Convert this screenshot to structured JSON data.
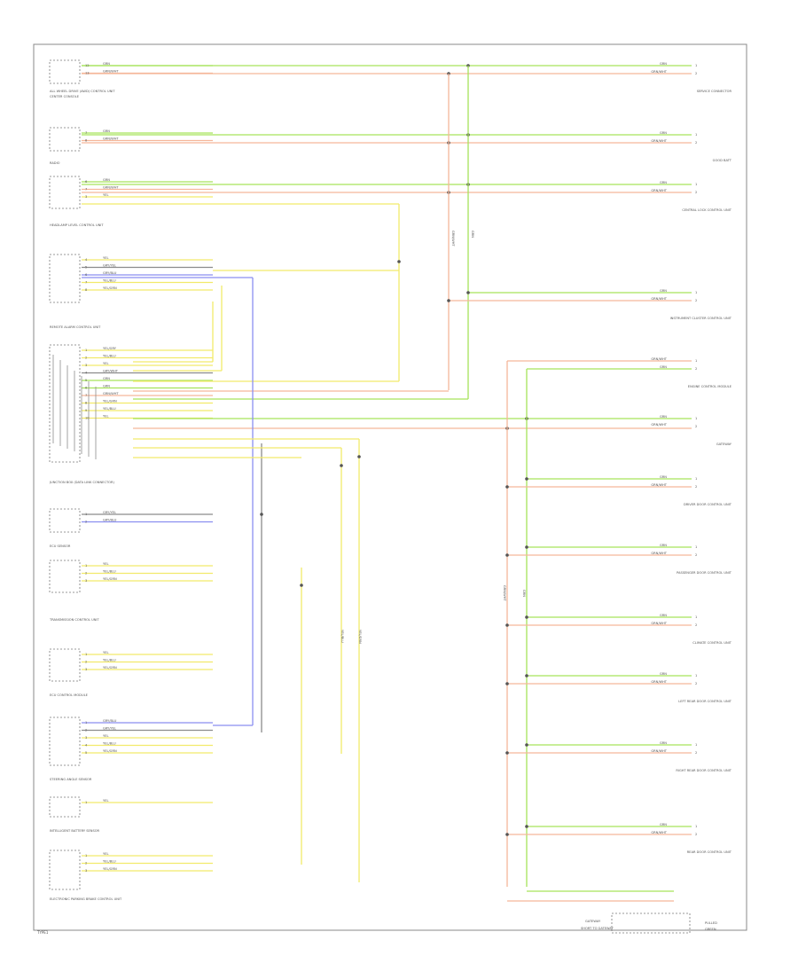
{
  "page_label": "TYPE1",
  "colors": {
    "green": "#a6e35a",
    "orange": "#f5b79a",
    "yellow": "#f2ea6a",
    "blue": "#8a8ef0",
    "gray": "#8c8c8c",
    "frame": "#888888"
  },
  "left_components": [
    {
      "id": "c1",
      "label": "ALL WHEEL DRIVE (AWD) CONTROL UNIT",
      "sub": "CENTER CONSOLE",
      "pins": [
        "12",
        "13"
      ],
      "wires": [
        "GRN",
        "GRN/WHT"
      ]
    },
    {
      "id": "c2",
      "label": "RADIO",
      "pins": [
        "7",
        "8"
      ],
      "wires": [
        "GRN",
        "GRN/WHT"
      ]
    },
    {
      "id": "c3",
      "label": "HEADLAMP LEVEL CONTROL UNIT",
      "pins": [
        "6",
        "7",
        "3"
      ],
      "wires": [
        "GRN",
        "GRN/WHT",
        "YEL"
      ]
    },
    {
      "id": "c4",
      "label": "REMOTE ALARM CONTROL UNIT",
      "pins": [
        "4",
        "5",
        "6",
        "7",
        "8"
      ],
      "wires": [
        "YEL",
        "GRY/YEL",
        "GRY/BLU",
        "YEL/BLU",
        "YEL/GRN"
      ]
    },
    {
      "id": "c5",
      "label": "JUNCTION BOX (DATA LINK CONNECTOR)",
      "pins": [
        "1",
        "2",
        "3",
        "4",
        "5",
        "6",
        "7",
        "8",
        "9",
        "10"
      ],
      "wires": [
        "YEL/GRY",
        "YEL/BLU",
        "YEL",
        "GRY/WHT",
        "GRN",
        "GRN",
        "GRN/WHT",
        "YEL/GRN",
        "YEL/BLU",
        "YEL"
      ]
    },
    {
      "id": "c6",
      "label": "ECU SENSOR",
      "pins": [
        "1",
        "2"
      ],
      "wires": [
        "GRY/YEL",
        "GRY/BLU"
      ]
    },
    {
      "id": "c7",
      "label": "TRANSMISSION CONTROL UNIT",
      "pins": [
        "1",
        "2",
        "3"
      ],
      "wires": [
        "YEL",
        "YEL/BLU",
        "YEL/GRN"
      ]
    },
    {
      "id": "c8",
      "label": "ECU CONTROL MODULE",
      "pins": [
        "1",
        "2",
        "3"
      ],
      "wires": [
        "YEL",
        "YEL/BLU",
        "YEL/GRN"
      ]
    },
    {
      "id": "c9",
      "label": "STEERING ANGLE SENSOR",
      "pins": [
        "1",
        "2",
        "3",
        "4",
        "5"
      ],
      "wires": [
        "GRY/BLU",
        "GRY/YEL",
        "YEL",
        "YEL/BLU",
        "YEL/GRN"
      ]
    },
    {
      "id": "c10",
      "label": "INTELLIGENT BATTERY SENSOR",
      "pins": [
        "1"
      ],
      "wires": [
        "YEL"
      ]
    },
    {
      "id": "c11",
      "label": "ELECTRONIC PARKING BRAKE CONTROL UNIT",
      "pins": [
        "1",
        "2",
        "3"
      ],
      "wires": [
        "YEL",
        "YEL/BLU",
        "YEL/GRN"
      ]
    }
  ],
  "right_components": [
    {
      "id": "r1",
      "label": "SERVICE CONNECTOR",
      "wires": [
        "GRN",
        "GRN/WHT"
      ]
    },
    {
      "id": "r2",
      "label": "GOOD BATT",
      "wires": [
        "GRN",
        "GRN/WHT"
      ]
    },
    {
      "id": "r3",
      "label": "CENTRAL LOCK CONTROL UNIT",
      "wires": [
        "GRN",
        "GRN/WHT"
      ]
    },
    {
      "id": "r4",
      "label": "INSTRUMENT CLUSTER CONTROL UNIT",
      "wires": [
        "GRN",
        "GRN/WHT"
      ]
    },
    {
      "id": "r5",
      "label": "ENGINE CONTROL MODULE",
      "wires": [
        "GRN/WHT",
        "GRN"
      ]
    },
    {
      "id": "r6",
      "label": "GATEWAY",
      "wires": [
        "GRN",
        "GRN/WHT"
      ]
    },
    {
      "id": "r7",
      "label": "DRIVER DOOR CONTROL UNIT",
      "wires": [
        "GRN",
        "GRN/WHT"
      ]
    },
    {
      "id": "r8",
      "label": "PASSENGER DOOR CONTROL UNIT",
      "wires": [
        "GRN",
        "GRN/WHT"
      ]
    },
    {
      "id": "r9",
      "label": "CLIMATE CONTROL UNIT",
      "wires": [
        "GRN",
        "GRN/WHT"
      ]
    },
    {
      "id": "r10",
      "label": "LEFT REAR DOOR CONTROL UNIT",
      "wires": [
        "GRN",
        "GRN/WHT"
      ]
    },
    {
      "id": "r11",
      "label": "RIGHT REAR DOOR CONTROL UNIT",
      "wires": [
        "GRN",
        "GRN/WHT"
      ]
    },
    {
      "id": "r12",
      "label": "REAR DOOR CONTROL UNIT",
      "wires": [
        "GRN",
        "GRN/WHT"
      ]
    }
  ],
  "bottom_labels": {
    "left": "GATEWAY",
    "left_sub": "SHORT TO GATEWAY",
    "right": "PULLED",
    "right_sub": "GREEN"
  },
  "bus_labels": [
    "GRN/WHT",
    "GRN",
    "GRN/WHT",
    "GRN",
    "YEL/BLU",
    "YEL/GRN"
  ]
}
